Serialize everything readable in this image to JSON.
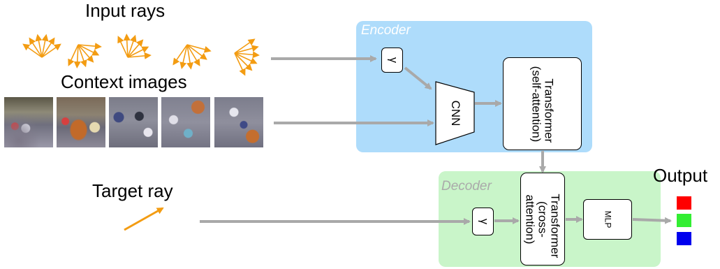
{
  "labels": {
    "input_rays": "Input rays",
    "context_images": "Context images",
    "target_ray": "Target ray",
    "output": "Output"
  },
  "encoder": {
    "title": "Encoder",
    "gamma": "γ",
    "cnn": "CNN",
    "transformer": "Transformer\n(self-attention)"
  },
  "decoder": {
    "title": "Decoder",
    "gamma": "γ",
    "transformer": "Transformer\n(cross-\nattention)",
    "mlp": "MLP"
  },
  "colors": {
    "ray": "#f39c12",
    "arrow": "#a9a9a9",
    "encoder_bg": "#aedcfb",
    "decoder_bg": "#c9f5c9",
    "output_red": "#ff0000",
    "output_green": "#33ee33",
    "output_blue": "#0000ee"
  }
}
